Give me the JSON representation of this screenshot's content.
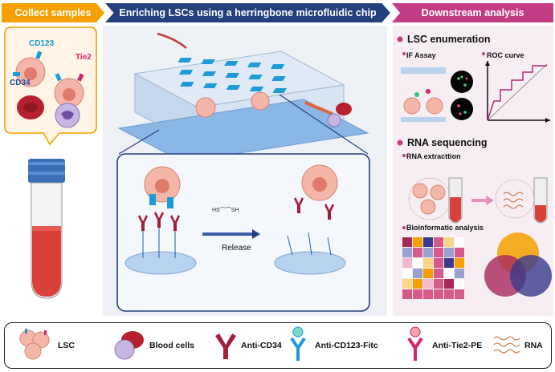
{
  "headers": {
    "collect": "Collect samples",
    "enrich": "Enriching LSCs using a herringbone microfluidic chip",
    "downstream": "Downstream analysis"
  },
  "sample_labels": {
    "cd123": "CD123",
    "tie2": "Tie2",
    "cd34": "CD34"
  },
  "chip": {
    "release_label": "Release"
  },
  "downstream": {
    "lsc_enumeration": "LSC enumeration",
    "if_assay": "IF Assay",
    "roc_curve": "ROC curve",
    "rna_sequencing": "RNA sequencing",
    "rna_extraction": "RNA extracttion",
    "bioinformatic": "Bioinformatic analysis"
  },
  "legend": {
    "lsc": "LSC",
    "blood_cells": "Blood cells",
    "anti_cd34": "Anti-CD34",
    "anti_cd123": "Anti-CD123-Fitc",
    "anti_tie2": "Anti-Tie2-PE",
    "rna": "RNA"
  },
  "colors": {
    "orange": "#f5a000",
    "navy": "#23407e",
    "magenta": "#c23d83",
    "cd34_red": "#a51d3a",
    "cd123_blue": "#1a9ad6",
    "tie2_pink": "#d6246e"
  }
}
